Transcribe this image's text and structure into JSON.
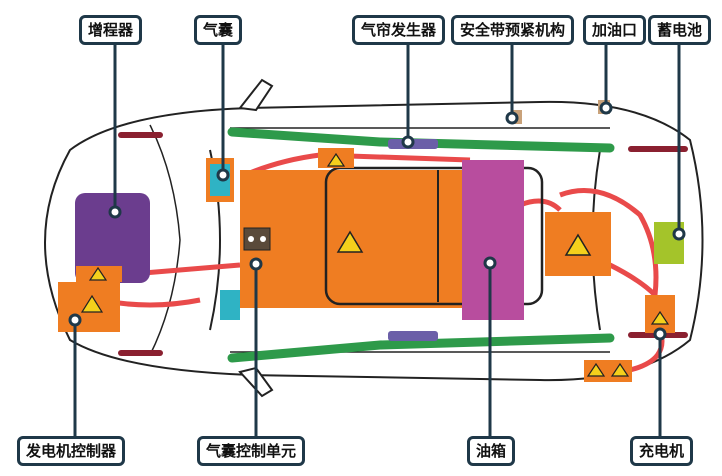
{
  "labels": {
    "range_extender": "增程器",
    "airbag_top": "气囊",
    "curtain_airbag_generator": "气帘发生器",
    "seatbelt_pretensioner": "安全带预紧机构",
    "fuel_filler": "加油口",
    "battery": "蓄电池",
    "generator_controller": "发电机控制器",
    "airbag_control_unit": "气囊控制单元",
    "fuel_tank": "油箱",
    "charger": "充电机"
  },
  "colors": {
    "outline": "#1f3848",
    "orange_hv": "#ef7d22",
    "purple": "#6b3d8e",
    "magenta": "#b84d9e",
    "teal": "#2fb3c4",
    "green": "#2e9a4a",
    "red_cable": "#e94a4a",
    "lime": "#a4c42a",
    "hazard_yellow": "#f4d01c",
    "dark_red": "#8a2030"
  },
  "icons": [
    "high-voltage-warning-icon",
    "connector-icon"
  ]
}
